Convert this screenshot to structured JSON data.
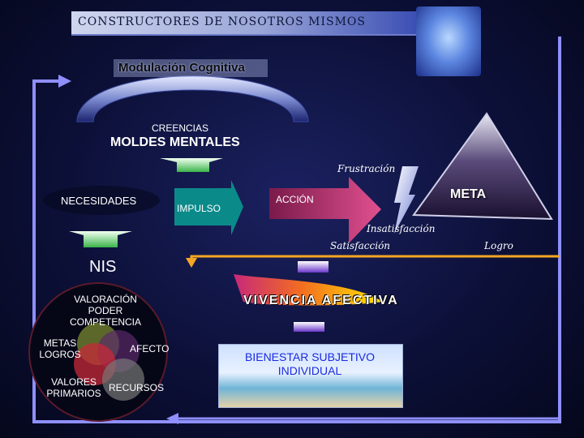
{
  "title": "CONSTRUCTORES DE NOSOTROS MISMOS",
  "modulacion": "Modulación Cognitiva",
  "creencias": "CREENCIAS",
  "moldes": "MOLDES MENTALES",
  "frustracion": "Frustración",
  "necesidades": "NECESIDADES",
  "impulso": "IMPULSO",
  "accion": "ACCIÓN",
  "meta": "META",
  "insatisfaccion": "Insatisfacción",
  "satisfaccion": "Satisfacción",
  "logro": "Logro",
  "nis": "NIS",
  "valoracion": "VALORACIÓN PODER COMPETENCIA",
  "metas_logros": "METAS LOGROS",
  "afecto": "AFECTO",
  "valores_primarios": "VALORES PRIMARIOS",
  "recursos": "RECURSOS",
  "vivencia": "VIVENCIA AFECTIVA",
  "bienestar": "BIENESTAR SUBJETIVO INDIVIDUAL",
  "colors": {
    "loop_arrow": "#8f8fff",
    "satisfaction_arrow": "#f5a623",
    "impulso_arrow": "#0b8a8a",
    "accion_arrow": "#c23a6e",
    "bienestar_text": "#1a2ae0"
  }
}
